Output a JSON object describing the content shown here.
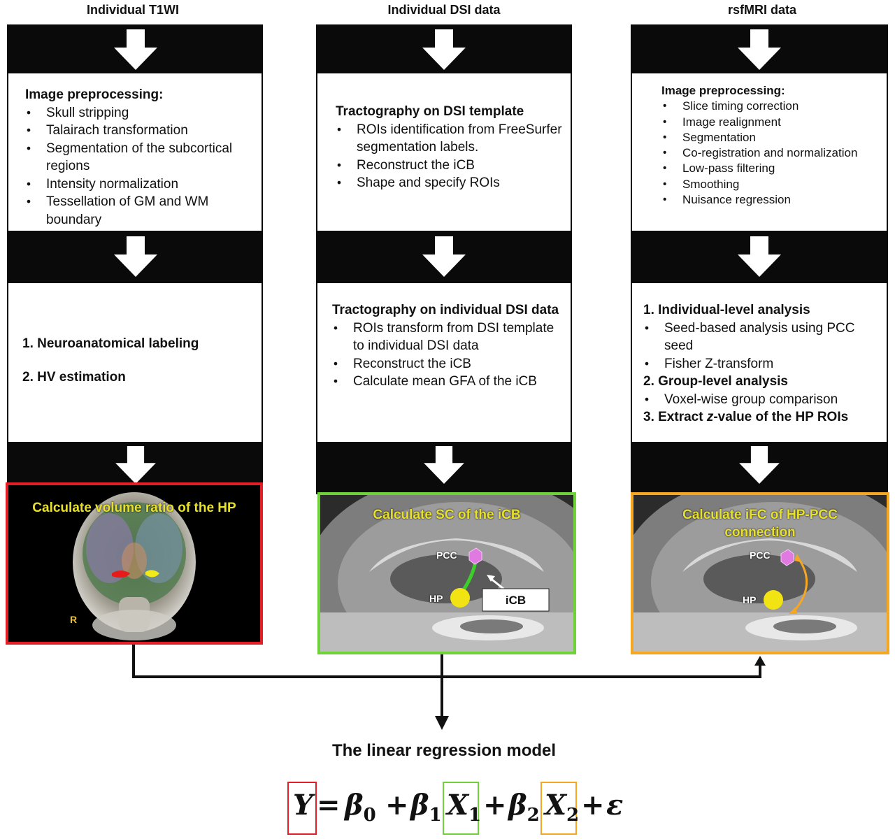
{
  "columns": [
    {
      "title": "Individual T1WI",
      "box1": {
        "heading": "Image preprocessing:",
        "items": [
          "Skull stripping",
          "Talairach transformation",
          "Segmentation of the subcortical regions",
          "Intensity normalization",
          "Tessellation of GM and WM boundary"
        ]
      },
      "box2": {
        "line1": "1. Neuroanatomical labeling",
        "line2": "2. HV estimation"
      },
      "image": {
        "caption": "Calculate volume ratio of the HP",
        "side_label": "R",
        "frame_color": "#e21f26"
      }
    },
    {
      "title": "Individual DSI data",
      "box1": {
        "heading": "Tractography on DSI template",
        "items": [
          "ROIs identification from FreeSurfer segmentation labels.",
          "Reconstruct the iCB",
          "Shape and specify ROIs"
        ]
      },
      "box2": {
        "heading": "Tractography on individual DSI data",
        "items": [
          "ROIs transform from DSI template to individual DSI data",
          "Reconstruct the iCB",
          "Calculate mean GFA of the iCB"
        ]
      },
      "image": {
        "caption": "Calculate SC of the iCB",
        "pcc": "PCC",
        "hp": "HP",
        "icb": "iCB",
        "frame_color": "#6fd23a"
      }
    },
    {
      "title": "rsfMRI data",
      "box1": {
        "heading": "Image preprocessing:",
        "items": [
          "Slice timing correction",
          "Image realignment",
          "Segmentation",
          "Co-registration and normalization",
          "Low-pass filtering",
          "Smoothing",
          "Nuisance regression"
        ]
      },
      "box2": {
        "s1": "1. Individual-level analysis",
        "s1_items": [
          "Seed-based analysis using PCC seed",
          "Fisher Z-transform"
        ],
        "s2": "2. Group-level analysis",
        "s2_items": [
          "Voxel-wise group comparison"
        ],
        "s3_pre": "3. Extract ",
        "s3_italic": "z",
        "s3_post": "-value of the HP ROIs"
      },
      "image": {
        "caption1": "Calculate iFC of HP-PCC",
        "caption2": "connection",
        "pcc": "PCC",
        "hp": "HP",
        "frame_color": "#f5a623"
      }
    }
  ],
  "model": {
    "title": "The linear regression model",
    "Y": "Y",
    "eq": "=",
    "b0": "β",
    "b0_sub": "0",
    "plus1": "+",
    "b1": "β",
    "b1_sub": "1",
    "X1": "X",
    "X1_sub": "1",
    "plus2": "+",
    "b2": "β",
    "b2_sub": "2",
    "X2": "X",
    "X2_sub": "2",
    "plus3": "+",
    "eps": "ε",
    "colors": {
      "Y": "#e21f26",
      "X1": "#6fd23a",
      "X2": "#f5a623"
    }
  }
}
